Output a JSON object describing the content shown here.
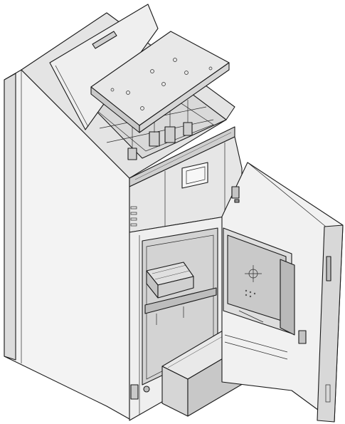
{
  "figure": {
    "kind": "technical-line-drawing",
    "subject": "pellet-boiler-open-front",
    "colors": {
      "outline": "#1a1a1a",
      "face_light": "#f4f4f4",
      "face_mid": "#e2e2e2",
      "face_dark": "#cfcfcf",
      "face_darker": "#bdbdbd",
      "background": "#ffffff"
    },
    "parts": [
      "hopper-lid",
      "top-cover-plate",
      "hopper-compartment",
      "control-panel",
      "display-window",
      "left-side-panel",
      "front-door",
      "door-handle",
      "door-hinges",
      "firebox",
      "burner-pot",
      "inner-door-plate",
      "ash-drawer",
      "ventilation-slots"
    ]
  }
}
